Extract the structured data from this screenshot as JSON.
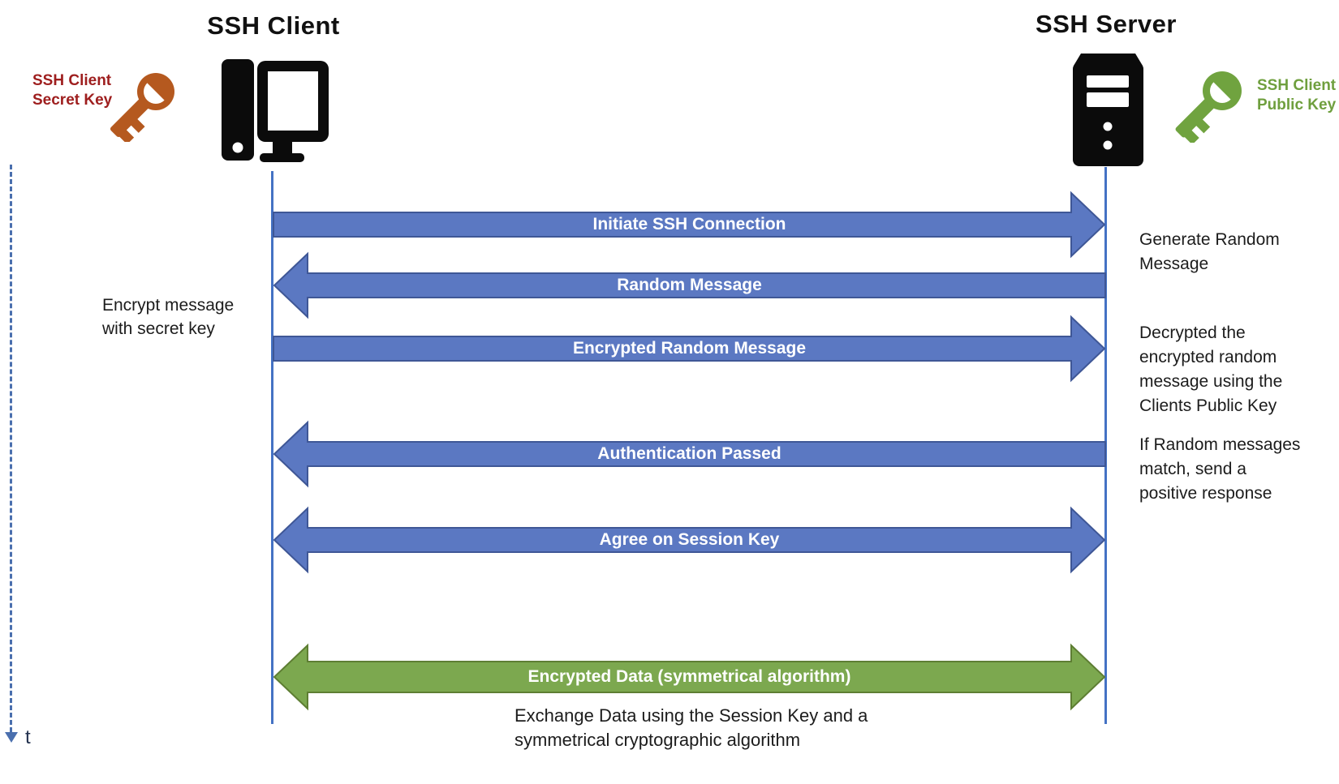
{
  "client": {
    "title": "SSH Client",
    "key_label": "SSH Client\nSecret Key"
  },
  "server": {
    "title": "SSH Server",
    "key_label": "SSH Client\nPublic Key"
  },
  "timeline": {
    "label": "t"
  },
  "messages": [
    {
      "label": "Initiate SSH Connection",
      "direction": "client-to-server",
      "color": "blue"
    },
    {
      "label": "Random Message",
      "direction": "server-to-client",
      "color": "blue"
    },
    {
      "label": "Encrypted Random Message",
      "direction": "client-to-server",
      "color": "blue"
    },
    {
      "label": "Authentication Passed",
      "direction": "server-to-client",
      "color": "blue"
    },
    {
      "label": "Agree on Session Key",
      "direction": "bidirectional",
      "color": "blue"
    },
    {
      "label": "Encrypted Data (symmetrical algorithm)",
      "direction": "bidirectional",
      "color": "green"
    }
  ],
  "notes": {
    "client_side": "Encrypt message\nwith secret key",
    "server_side": [
      "Generate Random\nMessage",
      "Decrypted the\nencrypted random\nmessage using the\nClients Public Key",
      "If Random messages\nmatch, send a\npositive response"
    ],
    "bottom": "Exchange Data using the Session Key and a\nsymmetrical cryptographic algorithm"
  },
  "colors": {
    "message_blue": "#5b78c2",
    "message_blue_border": "#3f5796",
    "message_green": "#7ca84f",
    "message_green_border": "#5e7e33",
    "lifeline": "#4472c4",
    "timeline": "#4a6fae",
    "client_key": "#b5591f",
    "client_key_label": "#9e1e1e",
    "server_key": "#70a33f",
    "server_key_label": "#6f9f3e"
  }
}
